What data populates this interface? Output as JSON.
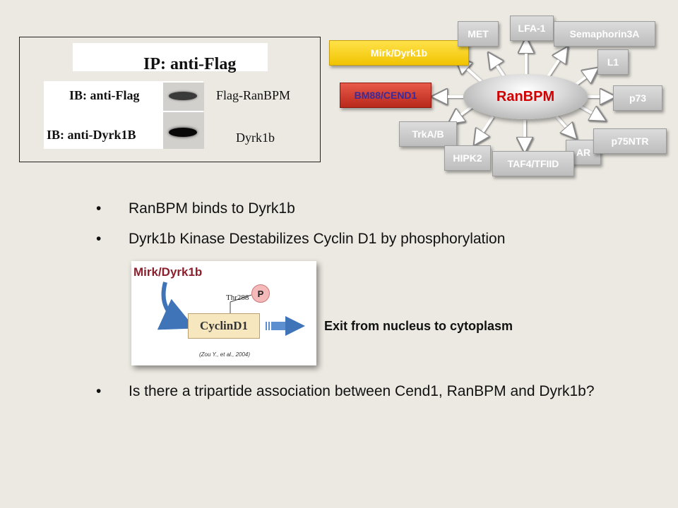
{
  "blot": {
    "title": "IP: anti-Flag",
    "rows": [
      {
        "ib": "IB: anti-Flag",
        "protein": "Flag-RanBPM"
      },
      {
        "ib": "IB: anti-Dyrk1B",
        "protein": "Dyrk1b"
      }
    ]
  },
  "network": {
    "hub": "RanBPM",
    "nodes": {
      "mirk": "Mirk/Dyrk1b",
      "met": "MET",
      "lfa1": "LFA-1",
      "sema": "Semaphorin3A",
      "l1": "L1",
      "p73": "p73",
      "bm88": "BM88/CEND1",
      "trkab": "TrkA/B",
      "hipk2": "HIPK2",
      "taf4": "TAF4/TFIID",
      "ar": "AR",
      "p75ntr": "p75NTR"
    }
  },
  "bullets": {
    "symbol": "•",
    "b1": "RanBPM binds to Dyrk1b",
    "b2": "Dyrk1b Kinase Destabilizes Cyclin D1 by phosphorylation",
    "b3": "Is there a tripartide association between Cend1, RanBPM and Dyrk1b?"
  },
  "cyclin_fig": {
    "kinase": "Mirk/Dyrk1b",
    "residue": "Thr288",
    "phospho": "P",
    "protein": "CyclinD1",
    "citation": "(Zou Y., et al., 2004)"
  },
  "exit_text": "Exit from nucleus to cytoplasm",
  "colors": {
    "background": "#ece9e2",
    "hub_text": "#d10000",
    "mirk_node": "#f1c400",
    "bm88_node": "#b8281b",
    "kinase_text": "#8b1f2c",
    "arrow_blue": "#3f74b8"
  }
}
